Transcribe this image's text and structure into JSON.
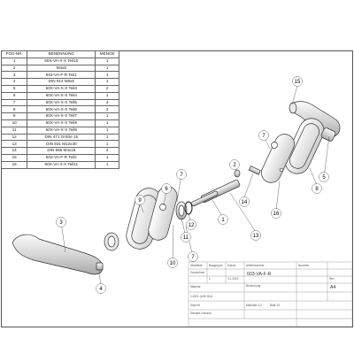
{
  "bom": {
    "headers": [
      "POS-NR.",
      "BENENNUNG",
      "MENGE"
    ],
    "rows": [
      [
        "1",
        "60X-VA-X-X Teil10",
        "1"
      ],
      [
        "2",
        "M4x8",
        "1"
      ],
      [
        "3",
        "603-VA-F-R Teil1",
        "1"
      ],
      [
        "4",
        "DIN 914 M6x6",
        "1"
      ],
      [
        "5",
        "60X-VA-X-X Teil3",
        "2"
      ],
      [
        "6",
        "60X-VA-X-X Teil4",
        "1"
      ],
      [
        "7",
        "60X-VA-X-X Teil5",
        "3"
      ],
      [
        "8",
        "60X-VA-X-X Teil6",
        "2"
      ],
      [
        "9",
        "60X-VA-X-X Teil7",
        "1"
      ],
      [
        "10",
        "60X-VA-X-X Teil9",
        "1"
      ],
      [
        "11",
        "60X-VA-X-X Teil8",
        "1"
      ],
      [
        "12",
        "DIN 471 Größe 15",
        "1"
      ],
      [
        "13",
        "DIN 931 M12x30",
        "1"
      ],
      [
        "14",
        "DIN 965 M4x18",
        "4"
      ],
      [
        "15",
        "603-VA-F-R Teil2",
        "1"
      ],
      [
        "16",
        "60X-VA-X-X Teil11",
        "1"
      ]
    ]
  },
  "callouts": {
    "c15": "15",
    "c7a": "7",
    "c2": "2",
    "c5": "5",
    "c8": "8",
    "c14": "14",
    "c16": "16",
    "c13": "13",
    "c7b": "7",
    "c6": "6",
    "c9": "9",
    "c1": "1",
    "c3": "3",
    "c12": "12",
    "c11": "11",
    "c7c": "7",
    "c10": "10",
    "c4": "4"
  },
  "titleblock": {
    "drawing_name": "603-VA-F-R",
    "sheet_format": "A4",
    "small_fields": [
      "Artikelnummer",
      "Nummer",
      "Stückliste",
      "Baugruppe",
      "Datum",
      "Blatt 1/1",
      "Benennung",
      "Material",
      "Gezeichnet",
      "Geprüft",
      "Maßstab 1:2",
      "Rev",
      "1",
      "3.1.2019",
      "1.4301 (AISI 304)",
      "Gesamt-Gewicht"
    ]
  },
  "colors": {
    "line": "#333333",
    "metal_light": "#f2f2f2",
    "metal_mid": "#cfcfcf",
    "metal_dark": "#8a8a8a"
  }
}
